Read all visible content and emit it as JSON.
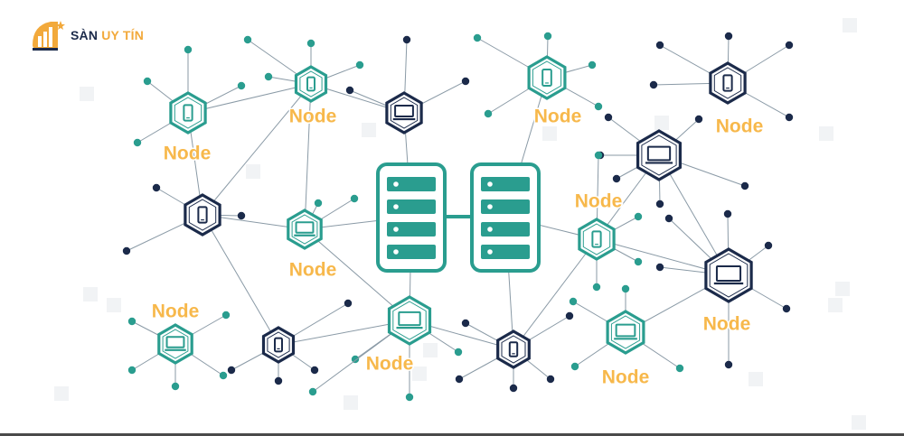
{
  "brand": {
    "name_part1": "SÀN ",
    "name_part2": "UY TÍN",
    "colors": {
      "navy": "#1b2a4a",
      "orange": "#f2a93b"
    }
  },
  "colors": {
    "teal": "#2a9d8f",
    "navy": "#1b2a4a",
    "label": "#f7b84b",
    "line": "#8a9aa6"
  },
  "node_label": "Node",
  "servers": {
    "count": 2,
    "rows_per_server": 4
  },
  "nodes": [
    {
      "id": "n1",
      "device": "phone",
      "theme": "teal",
      "label": true
    },
    {
      "id": "n2",
      "device": "phone",
      "theme": "teal",
      "label": true
    },
    {
      "id": "n3",
      "device": "laptop",
      "theme": "navy",
      "label": false
    },
    {
      "id": "n4",
      "device": "phone",
      "theme": "teal",
      "label": true
    },
    {
      "id": "n5",
      "device": "phone",
      "theme": "navy",
      "label": true
    },
    {
      "id": "n6",
      "device": "laptop",
      "theme": "navy",
      "label": false
    },
    {
      "id": "n7",
      "device": "phone",
      "theme": "navy",
      "label": false
    },
    {
      "id": "n8",
      "device": "laptop",
      "theme": "teal",
      "label": true
    },
    {
      "id": "n9",
      "device": "phone",
      "theme": "teal",
      "label": true
    },
    {
      "id": "n10",
      "device": "laptop",
      "theme": "navy",
      "label": true
    },
    {
      "id": "n11",
      "device": "laptop",
      "theme": "teal",
      "label": true
    },
    {
      "id": "n12",
      "device": "phone",
      "theme": "navy",
      "label": false
    },
    {
      "id": "n13",
      "device": "laptop",
      "theme": "teal",
      "label": true
    },
    {
      "id": "n14",
      "device": "phone",
      "theme": "navy",
      "label": false
    },
    {
      "id": "n15",
      "device": "laptop",
      "theme": "teal",
      "label": true
    }
  ]
}
